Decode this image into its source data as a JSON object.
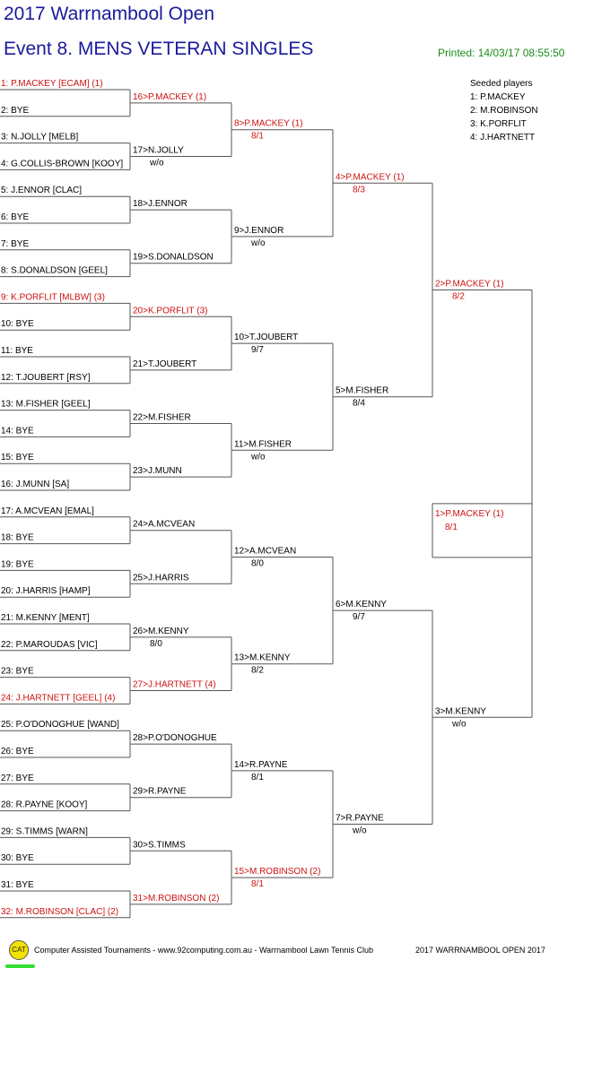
{
  "header": {
    "title": "2017 Warrnambool Open",
    "event": "Event 8. MENS VETERAN SINGLES",
    "printed": "Printed: 14/03/17 08:55:50"
  },
  "seeded": {
    "heading": "Seeded players",
    "players": [
      "1: P.MACKEY",
      "2: M.ROBINSON",
      "3: K.PORFLIT",
      "4: J.HARTNETT"
    ]
  },
  "colors": {
    "title": "#1a1a9c",
    "seeded_red": "#cc1111",
    "printed_green": "#1a8c1a",
    "lines": "#555555"
  },
  "round1": [
    {
      "text": "1: P.MACKEY [ECAM] (1)",
      "seed": true
    },
    {
      "text": "2: BYE",
      "seed": false
    },
    {
      "text": "3: N.JOLLY [MELB]",
      "seed": false
    },
    {
      "text": "4: G.COLLIS-BROWN [KOOY]",
      "seed": false
    },
    {
      "text": "5: J.ENNOR [CLAC]",
      "seed": false
    },
    {
      "text": "6: BYE",
      "seed": false
    },
    {
      "text": "7: BYE",
      "seed": false
    },
    {
      "text": "8: S.DONALDSON [GEEL]",
      "seed": false
    },
    {
      "text": "9: K.PORFLIT [MLBW] (3)",
      "seed": true
    },
    {
      "text": "10: BYE",
      "seed": false
    },
    {
      "text": "11: BYE",
      "seed": false
    },
    {
      "text": "12: T.JOUBERT [RSY]",
      "seed": false
    },
    {
      "text": "13: M.FISHER [GEEL]",
      "seed": false
    },
    {
      "text": "14: BYE",
      "seed": false
    },
    {
      "text": "15: BYE",
      "seed": false
    },
    {
      "text": "16: J.MUNN [SA]",
      "seed": false
    },
    {
      "text": "17: A.MCVEAN [EMAL]",
      "seed": false
    },
    {
      "text": "18: BYE",
      "seed": false
    },
    {
      "text": "19: BYE",
      "seed": false
    },
    {
      "text": "20: J.HARRIS [HAMP]",
      "seed": false
    },
    {
      "text": "21: M.KENNY [MENT]",
      "seed": false
    },
    {
      "text": "22: P.MAROUDAS [VIC]",
      "seed": false
    },
    {
      "text": "23: BYE",
      "seed": false
    },
    {
      "text": "24: J.HARTNETT [GEEL] (4)",
      "seed": true
    },
    {
      "text": "25: P.O'DONOGHUE [WAND]",
      "seed": false
    },
    {
      "text": "26: BYE",
      "seed": false
    },
    {
      "text": "27: BYE",
      "seed": false
    },
    {
      "text": "28: R.PAYNE [KOOY]",
      "seed": false
    },
    {
      "text": "29: S.TIMMS [WARN]",
      "seed": false
    },
    {
      "text": "30: BYE",
      "seed": false
    },
    {
      "text": "31: BYE",
      "seed": false
    },
    {
      "text": "32: M.ROBINSON [CLAC] (2)",
      "seed": true
    }
  ],
  "round2": [
    {
      "text": "16>P.MACKEY (1)",
      "score": "",
      "seed": true
    },
    {
      "text": "17>N.JOLLY",
      "score": "w/o",
      "seed": false
    },
    {
      "text": "18>J.ENNOR",
      "score": "",
      "seed": false
    },
    {
      "text": "19>S.DONALDSON",
      "score": "",
      "seed": false
    },
    {
      "text": "20>K.PORFLIT (3)",
      "score": "",
      "seed": true
    },
    {
      "text": "21>T.JOUBERT",
      "score": "",
      "seed": false
    },
    {
      "text": "22>M.FISHER",
      "score": "",
      "seed": false
    },
    {
      "text": "23>J.MUNN",
      "score": "",
      "seed": false
    },
    {
      "text": "24>A.MCVEAN",
      "score": "",
      "seed": false
    },
    {
      "text": "25>J.HARRIS",
      "score": "",
      "seed": false
    },
    {
      "text": "26>M.KENNY",
      "score": "8/0",
      "seed": false
    },
    {
      "text": "27>J.HARTNETT (4)",
      "score": "",
      "seed": true
    },
    {
      "text": "28>P.O'DONOGHUE",
      "score": "",
      "seed": false
    },
    {
      "text": "29>R.PAYNE",
      "score": "",
      "seed": false
    },
    {
      "text": "30>S.TIMMS",
      "score": "",
      "seed": false
    },
    {
      "text": "31>M.ROBINSON (2)",
      "score": "",
      "seed": true
    }
  ],
  "round3": [
    {
      "text": "8>P.MACKEY (1)",
      "score": "8/1",
      "seed": true
    },
    {
      "text": "9>J.ENNOR",
      "score": "w/o",
      "seed": false
    },
    {
      "text": "10>T.JOUBERT",
      "score": "9/7",
      "seed": false
    },
    {
      "text": "11>M.FISHER",
      "score": "w/o",
      "seed": false
    },
    {
      "text": "12>A.MCVEAN",
      "score": "8/0",
      "seed": false
    },
    {
      "text": "13>M.KENNY",
      "score": "8/2",
      "seed": false
    },
    {
      "text": "14>R.PAYNE",
      "score": "8/1",
      "seed": false
    },
    {
      "text": "15>M.ROBINSON (2)",
      "score": "8/1",
      "seed": true
    }
  ],
  "round4": [
    {
      "text": "4>P.MACKEY (1)",
      "score": "8/3",
      "seed": true
    },
    {
      "text": "5>M.FISHER",
      "score": "8/4",
      "seed": false
    },
    {
      "text": "6>M.KENNY",
      "score": "9/7",
      "seed": false
    },
    {
      "text": "7>R.PAYNE",
      "score": "w/o",
      "seed": false
    }
  ],
  "round5": [
    {
      "text": "2>P.MACKEY (1)",
      "score": "8/2",
      "seed": true
    },
    {
      "text": "3>M.KENNY",
      "score": "w/o",
      "seed": false
    }
  ],
  "final": {
    "text": "1>P.MACKEY (1)",
    "score": "8/1",
    "seed": true
  },
  "footer": {
    "logo": "CAT",
    "text": "Computer Assisted Tournaments - www.92computing.com.au -  Warrnambool Lawn Tennis Club",
    "right": "2017 WARRNAMBOOL OPEN 2017"
  }
}
